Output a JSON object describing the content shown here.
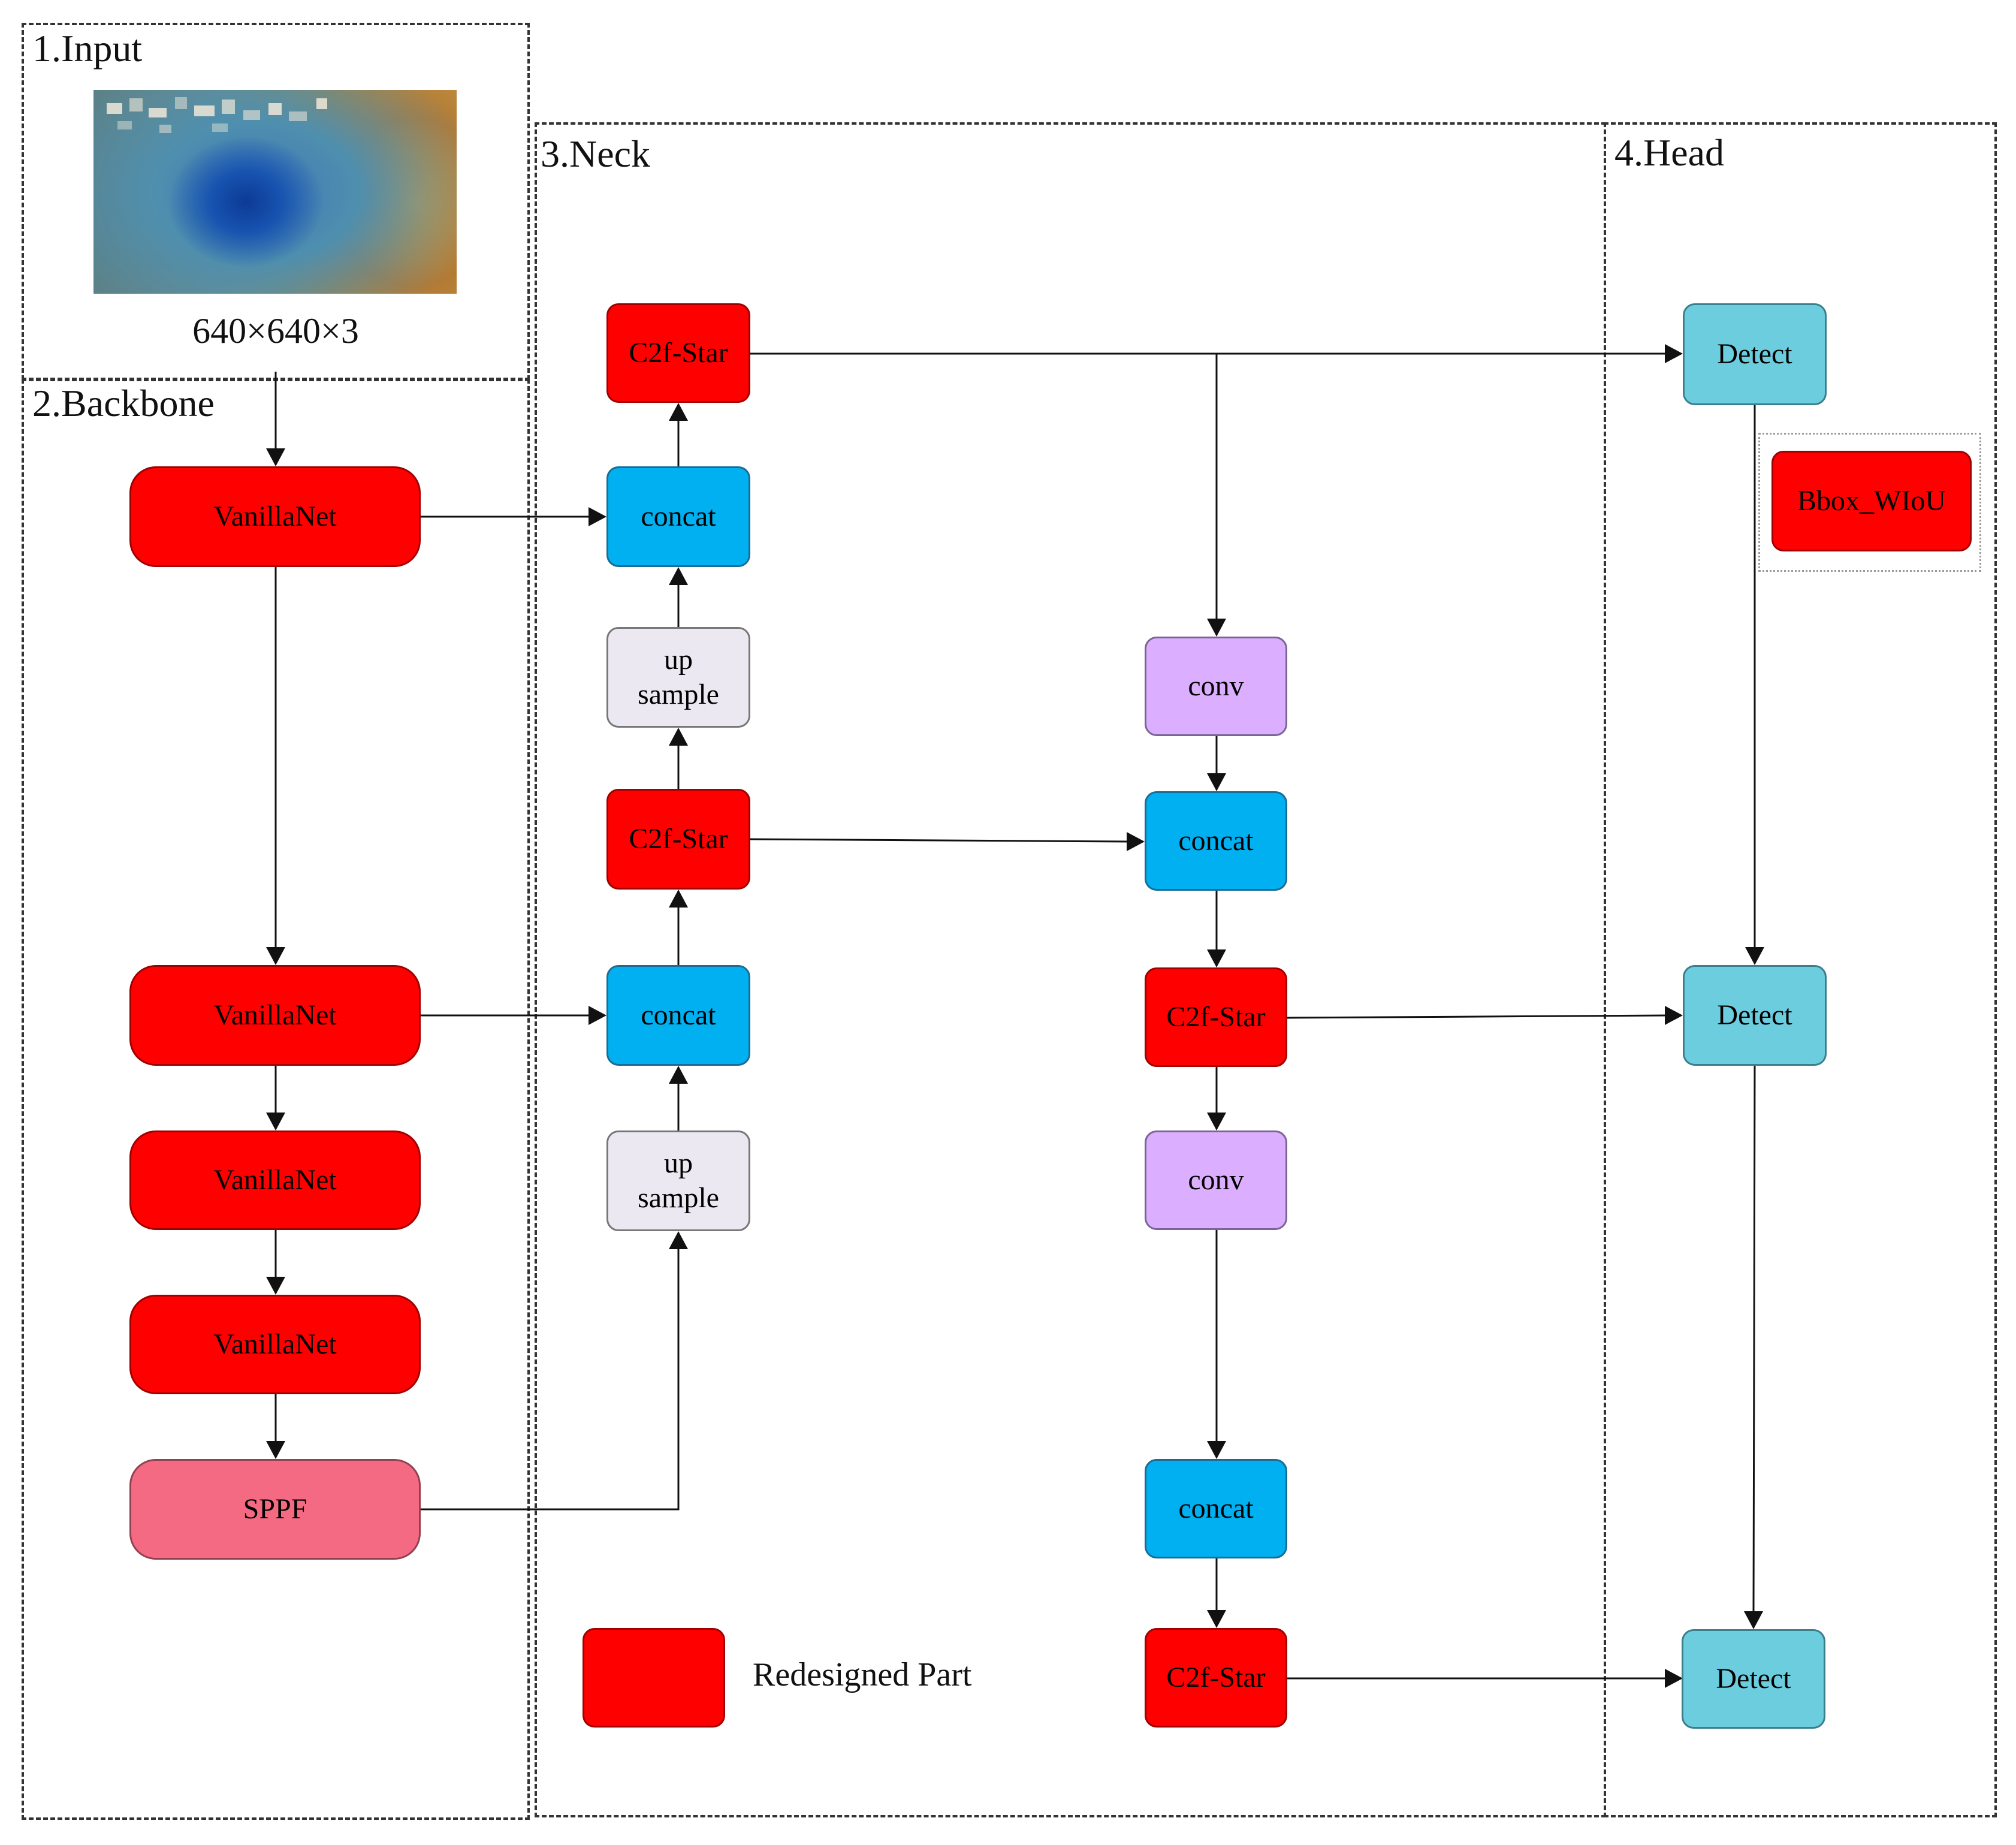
{
  "sections": {
    "input": "1.Input",
    "backbone": "2.Backbone",
    "neck": "3.Neck",
    "head": "4.Head"
  },
  "input": {
    "dimensions": "640×640×3"
  },
  "nodes": {
    "backbone_vanillanet_1": "VanillaNet",
    "backbone_vanillanet_2": "VanillaNet",
    "backbone_vanillanet_3": "VanillaNet",
    "backbone_vanillanet_4": "VanillaNet",
    "backbone_sppf": "SPPF",
    "neck_c2f_star_top": "C2f-Star",
    "neck_concat_top": "concat",
    "neck_upsample_top": "up\nsample",
    "neck_c2f_star_mid": "C2f-Star",
    "neck_concat_mid": "concat",
    "neck_upsample_low": "up\nsample",
    "neck_conv_1": "conv",
    "neck_concat_right_1": "concat",
    "neck_c2f_star_right_1": "C2f-Star",
    "neck_conv_2": "conv",
    "neck_concat_right_2": "concat",
    "neck_c2f_star_right_2": "C2f-Star",
    "head_detect_1": "Detect",
    "head_detect_2": "Detect",
    "head_detect_3": "Detect",
    "head_bbox_wiou": "Bbox_WIoU"
  },
  "legend": {
    "label": "Redesigned Part"
  },
  "colors": {
    "redesigned": "#ff0000",
    "concat": "#00b0f0",
    "upsample": "#ece8f2",
    "conv": "#dcaeff",
    "detect": "#6ccddf",
    "sppf": "#f46a83"
  }
}
